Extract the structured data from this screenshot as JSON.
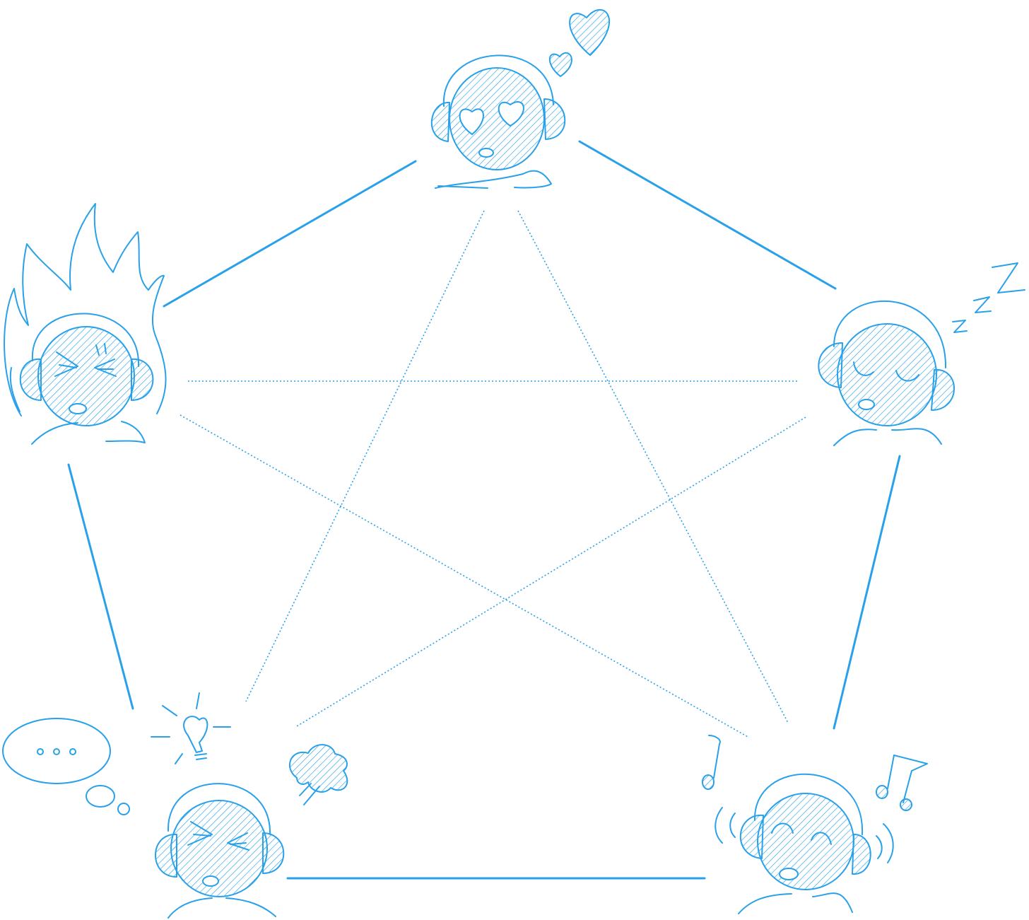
{
  "colors": {
    "line": "#29A1EA",
    "hatch": "#29A1EA",
    "background": "#ffffff"
  },
  "nodes": [
    {
      "id": "top",
      "expression": "in-love",
      "accessory": "hearts"
    },
    {
      "id": "right",
      "expression": "sleeping",
      "accessory": "zzz"
    },
    {
      "id": "bottom-right",
      "expression": "happy-music",
      "accessory": "music-notes"
    },
    {
      "id": "bottom-left",
      "expression": "frustrated",
      "accessory": "lightbulb-and-steam"
    },
    {
      "id": "left",
      "expression": "angry",
      "accessory": "flames"
    }
  ],
  "solid_links": [
    [
      "top",
      "left"
    ],
    [
      "top",
      "right"
    ],
    [
      "right",
      "bottom-right"
    ],
    [
      "bottom-right",
      "bottom-left"
    ],
    [
      "bottom-left",
      "left"
    ]
  ],
  "dotted_links": [
    [
      "top",
      "bottom-left"
    ],
    [
      "top",
      "bottom-right"
    ],
    [
      "left",
      "right"
    ],
    [
      "left",
      "bottom-right"
    ],
    [
      "right",
      "bottom-left"
    ]
  ],
  "thought_bubble": {
    "icon": "ellipsis-thought-icon"
  }
}
